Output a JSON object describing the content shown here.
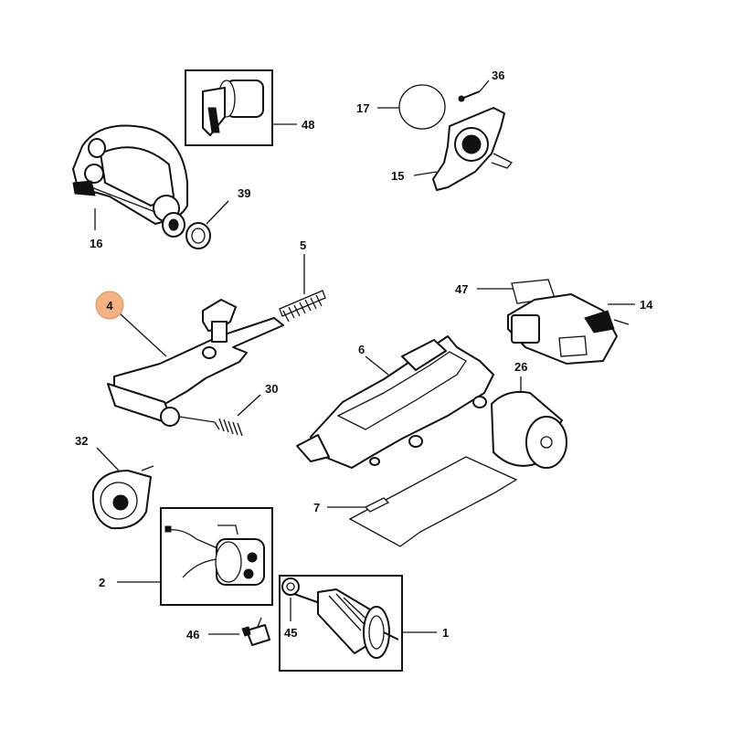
{
  "diagram": {
    "highlight_color": "#f4b183",
    "callouts": [
      {
        "id": "4",
        "label": "4",
        "highlighted": true
      },
      {
        "id": "48",
        "label": "48"
      },
      {
        "id": "36",
        "label": "36"
      },
      {
        "id": "17",
        "label": "17"
      },
      {
        "id": "15",
        "label": "15"
      },
      {
        "id": "39",
        "label": "39"
      },
      {
        "id": "16",
        "label": "16"
      },
      {
        "id": "5",
        "label": "5"
      },
      {
        "id": "47",
        "label": "47"
      },
      {
        "id": "14",
        "label": "14"
      },
      {
        "id": "6",
        "label": "6"
      },
      {
        "id": "26",
        "label": "26"
      },
      {
        "id": "30",
        "label": "30"
      },
      {
        "id": "32",
        "label": "32"
      },
      {
        "id": "7",
        "label": "7"
      },
      {
        "id": "2",
        "label": "2"
      },
      {
        "id": "45",
        "label": "45"
      },
      {
        "id": "1",
        "label": "1"
      },
      {
        "id": "46",
        "label": "46"
      }
    ]
  }
}
